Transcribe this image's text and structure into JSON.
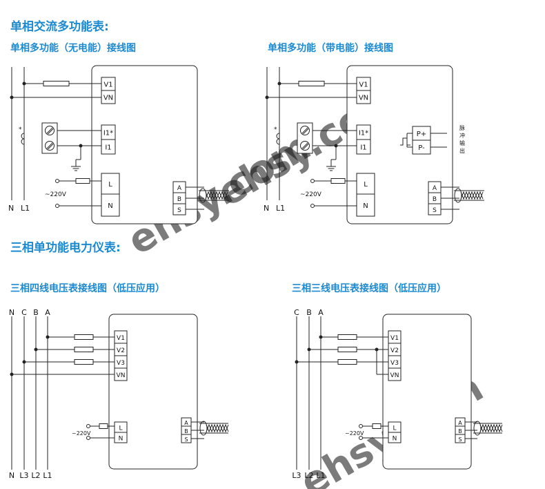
{
  "headings": {
    "single_phase": "单相交流多功能表:",
    "three_phase": "三相单功能电力仪表:"
  },
  "diagrams": {
    "d1": {
      "title": "单相多功能（无电能）接线图",
      "line_labels": [
        "N",
        "L1"
      ],
      "terminals_voltage": [
        "V1",
        "VN"
      ],
      "terminals_current": [
        "I1*",
        "I1"
      ],
      "ct_mark": "*",
      "power_terminals": [
        "L",
        "N"
      ],
      "supply": "~220V",
      "comm_terminals": [
        "A",
        "B",
        "S"
      ]
    },
    "d2": {
      "title": "单相多功能（带电能）接线图",
      "line_labels": [
        "N",
        "L1"
      ],
      "terminals_voltage": [
        "V1",
        "VN"
      ],
      "terminals_current": [
        "I1*",
        "I1"
      ],
      "ct_mark": "*",
      "power_terminals": [
        "L",
        "N"
      ],
      "supply": "~220V",
      "comm_terminals": [
        "A",
        "B",
        "S"
      ],
      "pulse_terminals": [
        "P+",
        "P-"
      ],
      "pulse_label": "脉冲输出"
    },
    "d3": {
      "title": "三相四线电压表接线图（低压应用）",
      "top_labels": [
        "N",
        "C",
        "B",
        "A"
      ],
      "bottom_labels": [
        "N",
        "L3",
        "L2",
        "L1"
      ],
      "terminals_voltage": [
        "V1",
        "V2",
        "V3",
        "VN"
      ],
      "power_terminals": [
        "L",
        "N"
      ],
      "supply": "~220V",
      "comm_terminals": [
        "A",
        "B",
        "S"
      ]
    },
    "d4": {
      "title": "三相三线电压表接线图（低压应用）",
      "top_labels": [
        "C",
        "B",
        "A"
      ],
      "bottom_labels": [
        "L3",
        "L2",
        "L1"
      ],
      "terminals_voltage": [
        "V1",
        "V2",
        "V3",
        "VN"
      ],
      "power_terminals": [
        "L",
        "N"
      ],
      "supply": "~220V",
      "comm_terminals": [
        "A",
        "B",
        "S"
      ]
    }
  },
  "watermark": "ehsy.com",
  "colors": {
    "title": "#1c8ad0",
    "line": "#222222",
    "watermark": "#e6e6e6"
  }
}
